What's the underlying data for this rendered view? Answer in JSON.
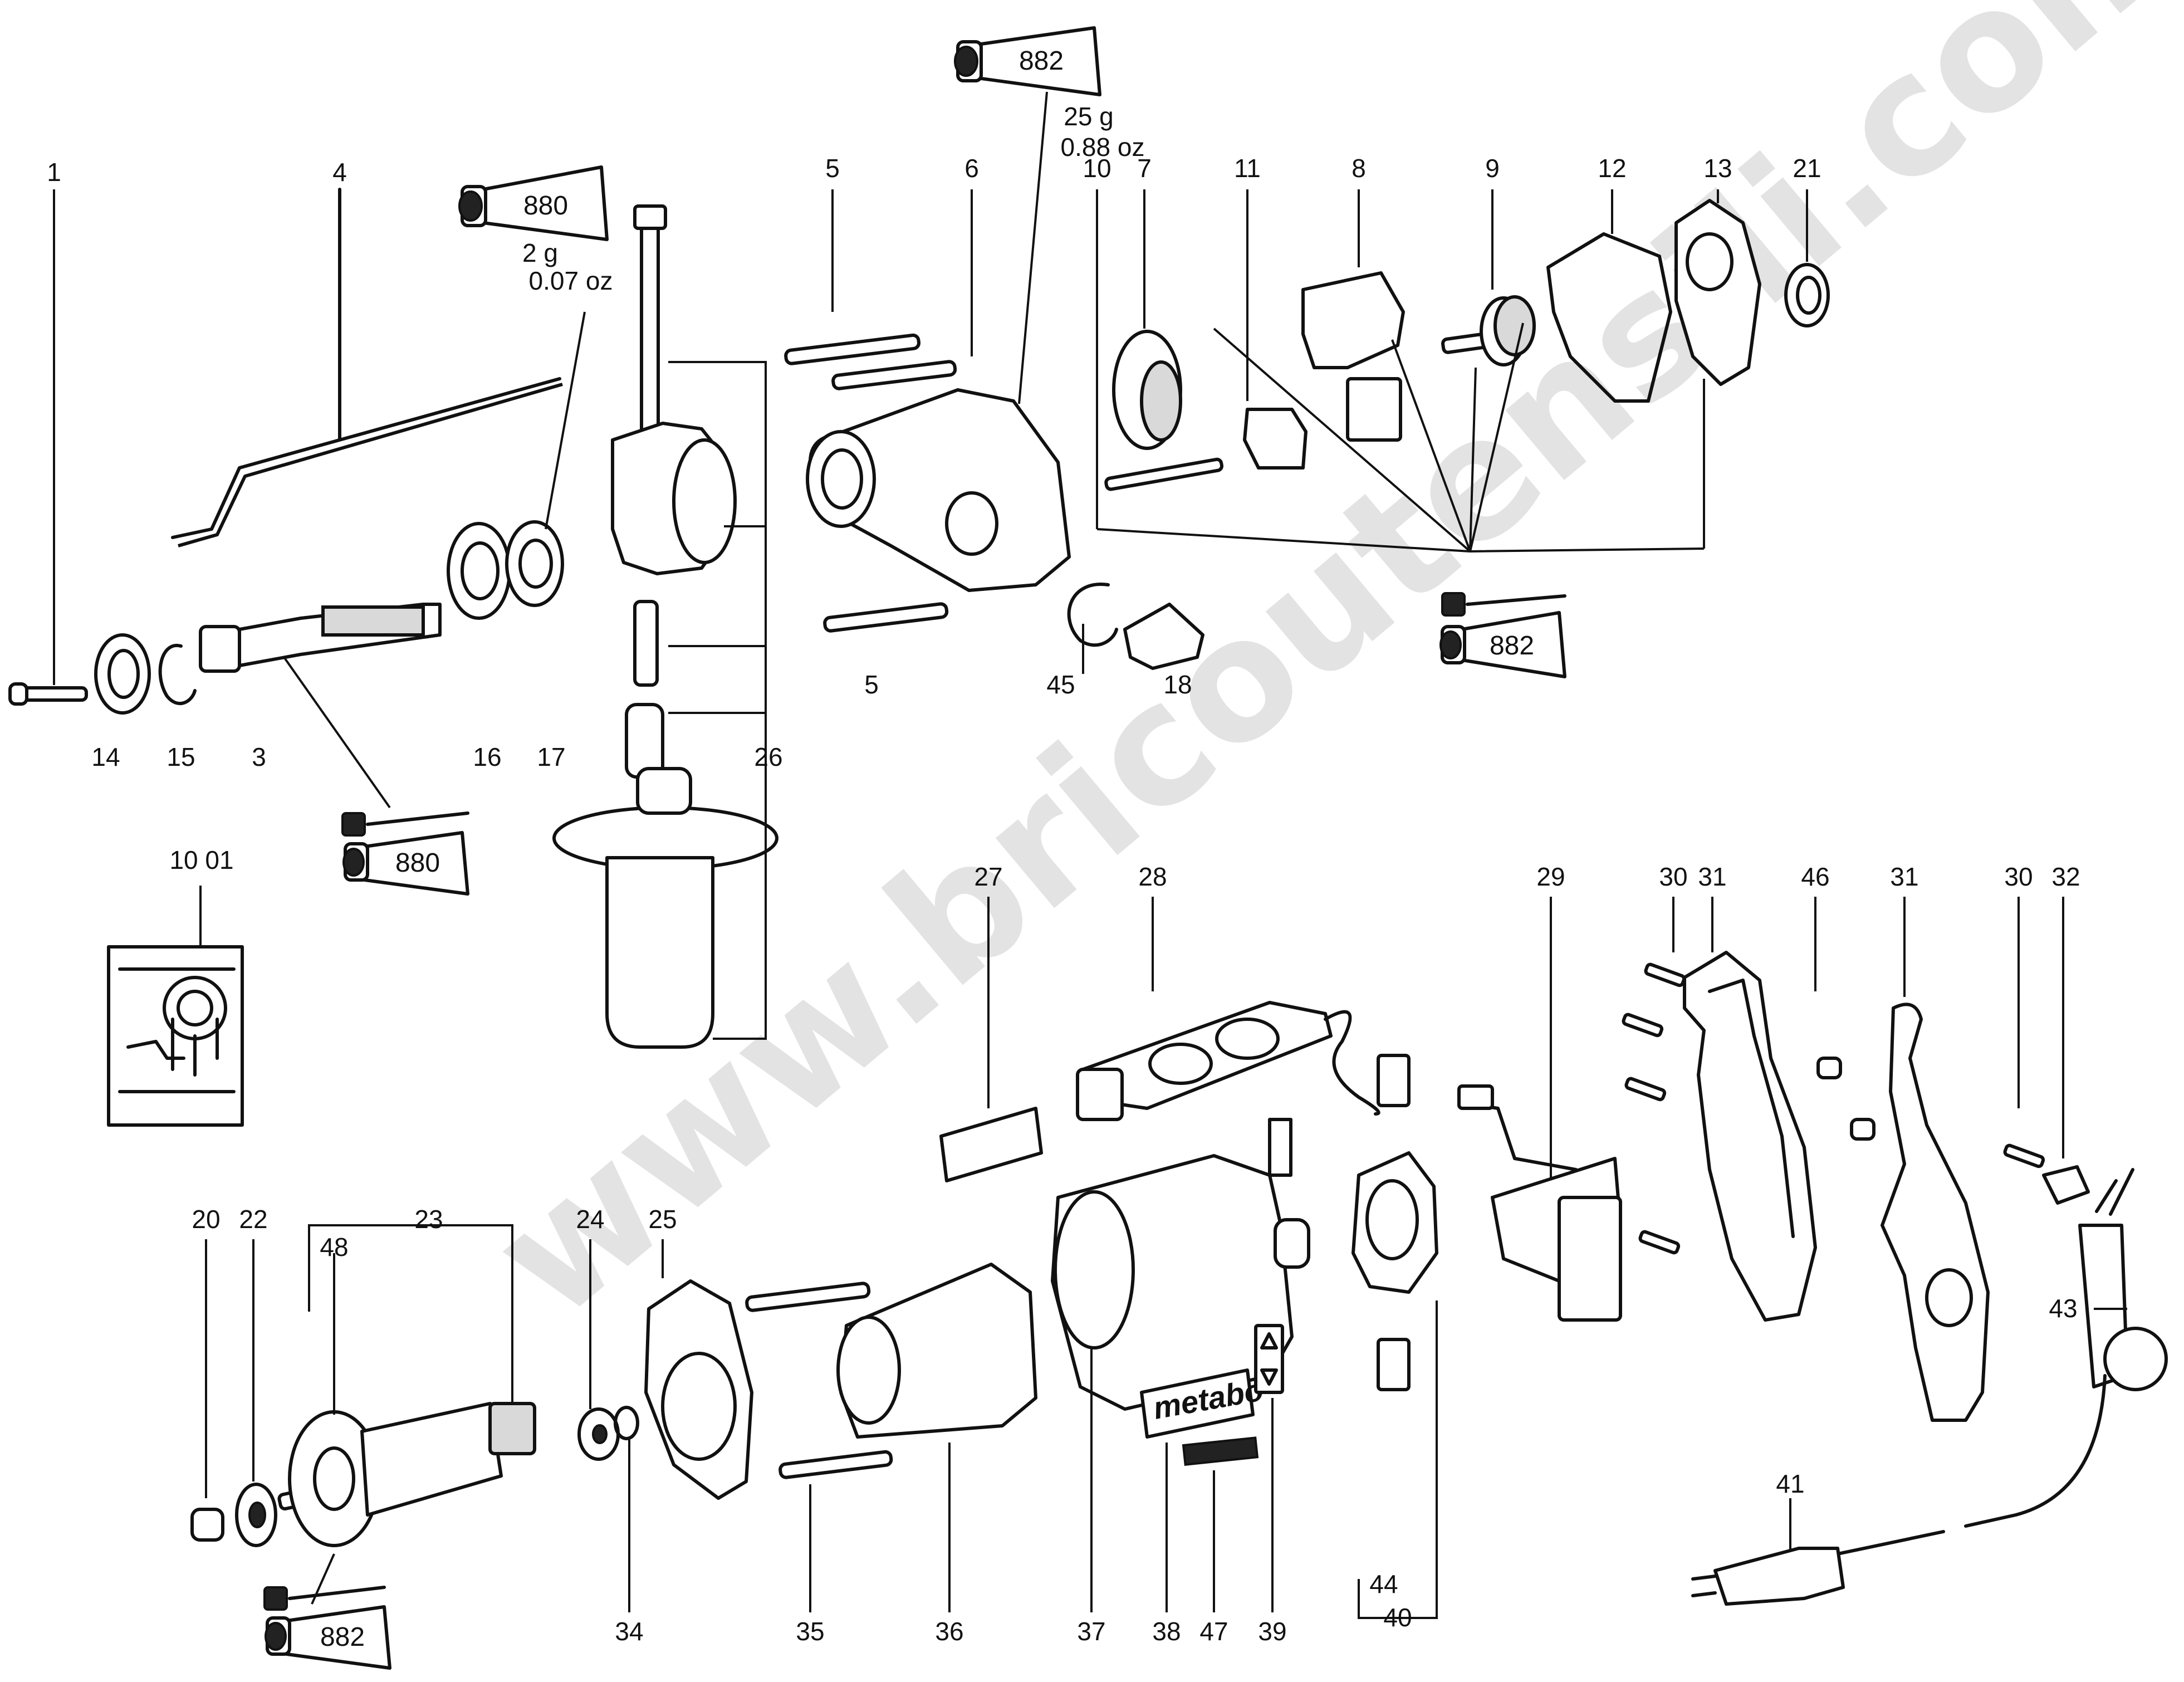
{
  "watermark": "www.bricoutensili.com",
  "brand_label": "metabo",
  "grease_tubes": [
    {
      "id": "t882a",
      "code": "882",
      "amount_g": "25 g",
      "amount_oz": "0.88 oz"
    },
    {
      "id": "t880a",
      "code": "880",
      "amount_g": "2 g",
      "amount_oz": "0.07 oz"
    },
    {
      "id": "t882b",
      "code": "882"
    },
    {
      "id": "t880b",
      "code": "880"
    },
    {
      "id": "t882c",
      "code": "882"
    }
  ],
  "part_numbers": {
    "p1": "1",
    "p4": "4",
    "p5a": "5",
    "p6": "6",
    "p10": "10",
    "p7": "7",
    "p11": "11",
    "p8": "8",
    "p9": "9",
    "p12": "12",
    "p13": "13",
    "p21": "21",
    "p14": "14",
    "p15": "15",
    "p3": "3",
    "p16": "16",
    "p17": "17",
    "p26": "26",
    "p5b": "5",
    "p45": "45",
    "p18": "18",
    "p1001": "10 01",
    "p27": "27",
    "p28": "28",
    "p29": "29",
    "p30a": "30",
    "p31a": "31",
    "p46": "46",
    "p31b": "31",
    "p30b": "30",
    "p32": "32",
    "p20": "20",
    "p22": "22",
    "p23": "23",
    "p48": "48",
    "p24": "24",
    "p25": "25",
    "p43": "43",
    "p41": "41",
    "p34": "34",
    "p35": "35",
    "p36": "36",
    "p37": "37",
    "p38": "38",
    "p47": "47",
    "p39": "39",
    "p44": "44",
    "p40": "40"
  }
}
